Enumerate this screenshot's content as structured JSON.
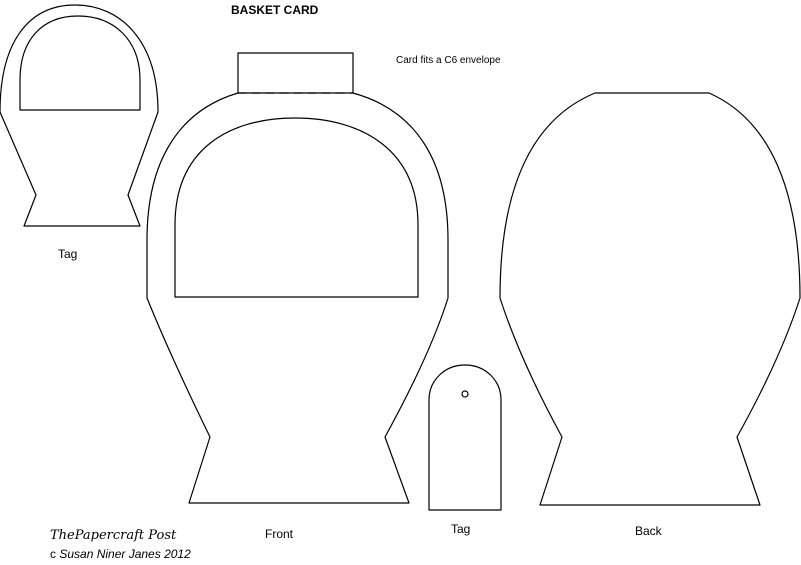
{
  "title": "BASKET CARD",
  "note": "Card fits a C6 envelope",
  "labels": {
    "tag_top": "Tag",
    "front": "Front",
    "tag_bottom": "Tag",
    "back": "Back"
  },
  "credit": {
    "brand": "ThePapercraft Post",
    "copyright_prefix": "c",
    "author_year": "Susan Niner Janes 2012"
  },
  "colors": {
    "stroke": "#000000",
    "background": "#ffffff"
  }
}
